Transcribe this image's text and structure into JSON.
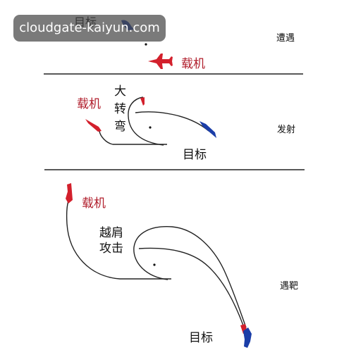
{
  "watermark": "cloudgate-kaiyun.com",
  "colors": {
    "own_aircraft": "#d3202c",
    "target_aircraft": "#1b3ea8",
    "label_red": "#b01d2b",
    "label_dark": "#111111",
    "path": "#222222",
    "divider": "#222222"
  },
  "panels": [
    {
      "phase_label": "遭遇",
      "aircraft_label": "载机",
      "target_label": "目标"
    },
    {
      "phase_label": "发射",
      "aircraft_label": "载机",
      "target_label": "目标",
      "maneuver_label": [
        "大",
        "转",
        "弯"
      ]
    },
    {
      "phase_label": "遇靶",
      "aircraft_label": "载机",
      "target_label": "目标",
      "maneuver_label": [
        "越肩",
        "攻击"
      ]
    }
  ]
}
